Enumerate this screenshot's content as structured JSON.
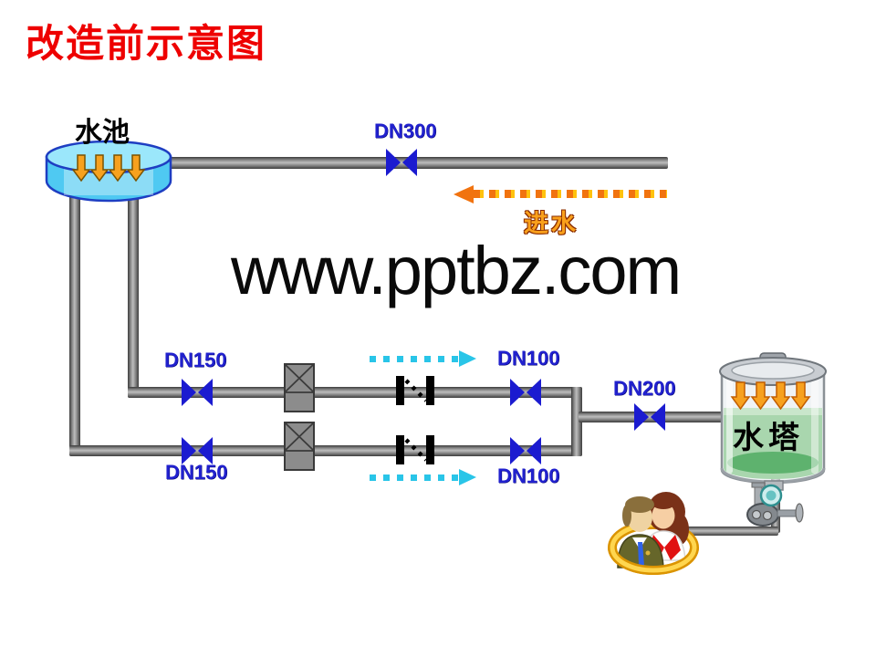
{
  "title": "改造前示意图",
  "watermark": "www.pptbz.com",
  "pool": {
    "label": "水池"
  },
  "tower": {
    "label": "水塔"
  },
  "inlet": {
    "label": "进水"
  },
  "pipes": {
    "dn300": "DN300",
    "dn150_upper": "DN150",
    "dn150_lower": "DN150",
    "dn100_upper": "DN100",
    "dn100_lower": "DN100",
    "dn200": "DN200"
  },
  "icons": {
    "gate_valve": "blue-bowtie-valve",
    "check_valve": "black-bars-dotted-diagonal",
    "pump": "gray-square-with-x",
    "inflow_arrows": "orange-down-arrows",
    "inlet_flow_arrow": "orange-dashed-arrow-left",
    "branch_flow_arrow": "cyan-dashed-arrow-right",
    "drain_gauge": "teal-gauge-valve-assembly",
    "operators": "two-person-gold-ring-badge"
  },
  "colors": {
    "title_red": "#EE0000",
    "dn_label_blue": "#2121CE",
    "valve_blue": "#1B1BD0",
    "pipe_gray": "#8F8F8F",
    "inlet_orange": "#F1730F",
    "inlet_dash_yellow": "#FFC20E",
    "flow_cyan": "#29C5E8",
    "pool_cyan": "#4FC9F2",
    "tower_liquid_green": "#A9D6AE",
    "watermark_black": "#0A0A0A"
  }
}
